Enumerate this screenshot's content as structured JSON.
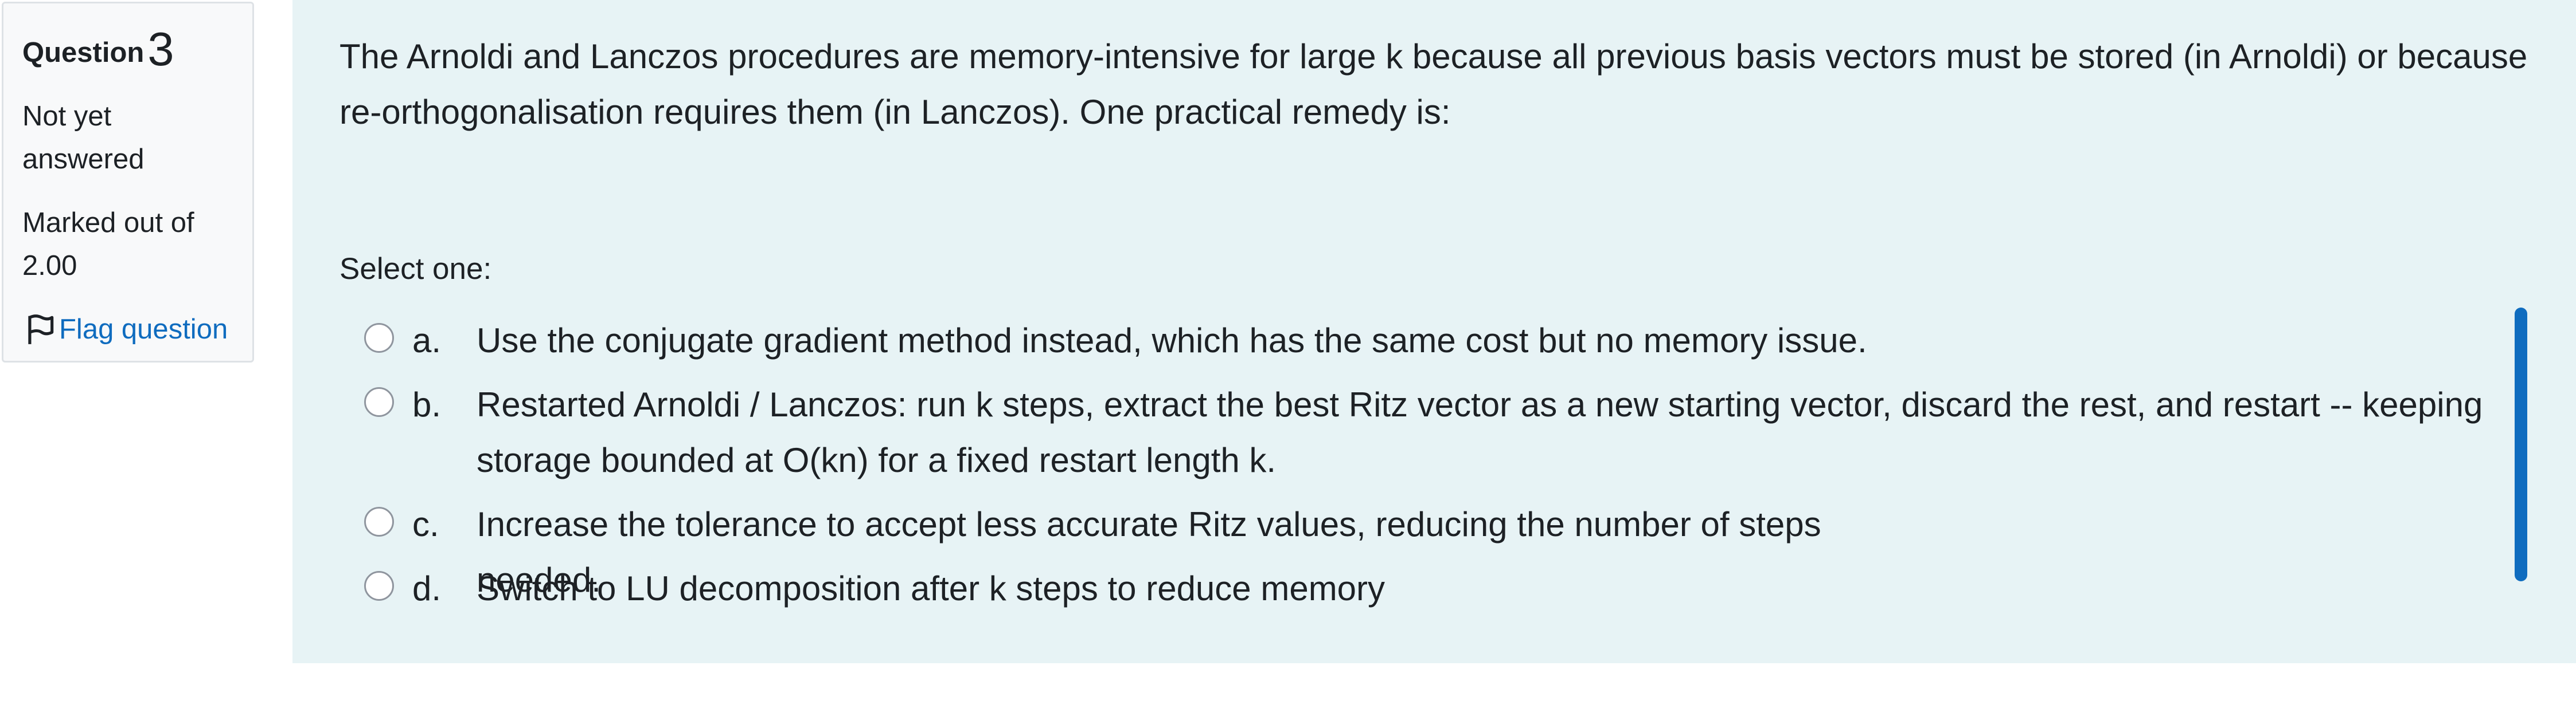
{
  "info": {
    "question_label": "Question",
    "question_number": "3",
    "state": "Not yet answered",
    "grade": "Marked out of 2.00",
    "flag_label": "Flag question"
  },
  "question": {
    "text": "The Arnoldi and Lanczos procedures are memory-intensive for large k because all previous basis vectors must be stored (in Arnoldi) or because re-orthogonalisation requires them (in Lanczos). One practical remedy is:",
    "prompt": "Select one:",
    "options": [
      {
        "letter": "a.",
        "text": "Use the conjugate gradient method instead, which has the same cost but no memory issue."
      },
      {
        "letter": "b.",
        "text": "Restarted Arnoldi / Lanczos: run k steps, extract the best Ritz vector as a new starting vector, discard the rest, and restart -- keeping storage bounded at O(kn) for a fixed restart length k."
      },
      {
        "letter": "c.",
        "text": "Increase the tolerance to accept less accurate Ritz values, reducing the number of steps needed."
      },
      {
        "letter": "d.",
        "text": "Switch to LU decomposition after k steps to reduce memory"
      }
    ]
  },
  "colors": {
    "accent": "#0f6cbf",
    "content_bg": "#e7f3f5",
    "info_bg": "#f8f9fa"
  }
}
